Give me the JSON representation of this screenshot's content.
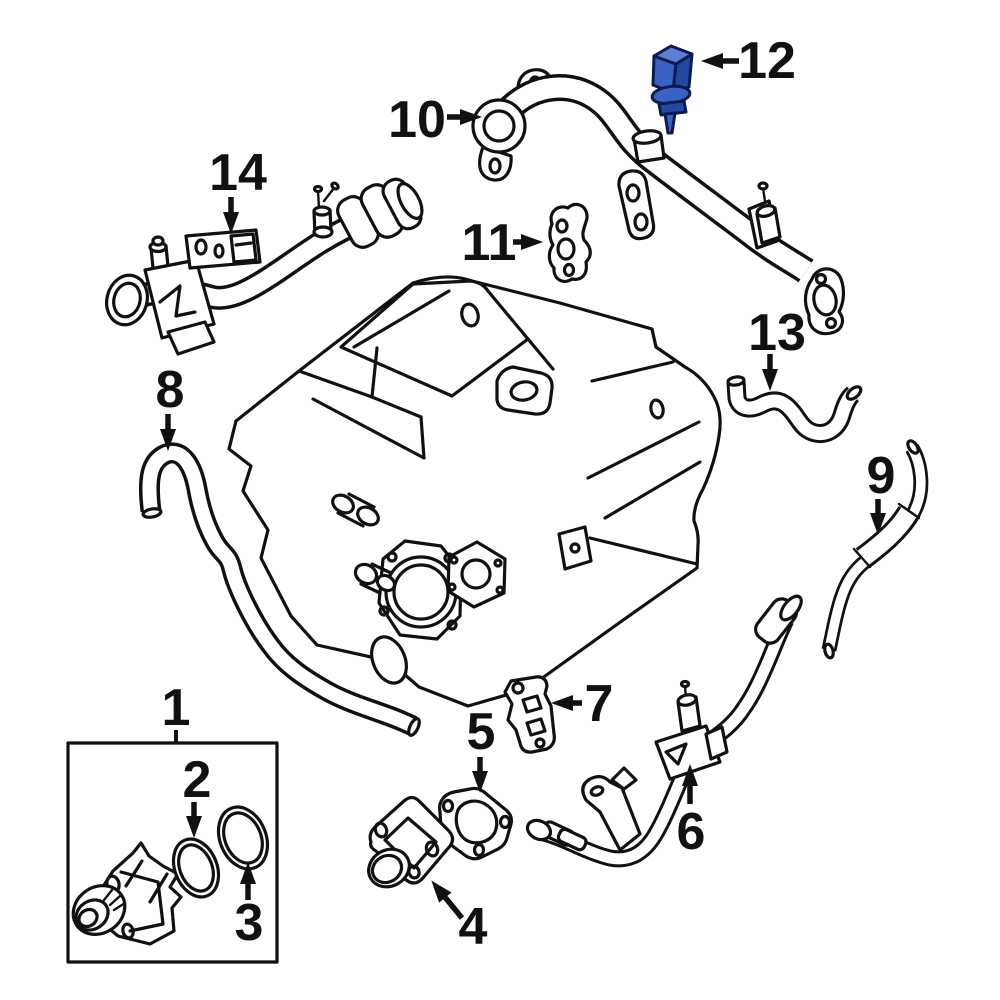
{
  "figure": {
    "kind": "exploded parts diagram",
    "background": "#ffffff",
    "line_color": "#111111",
    "highlighted_callout": "12",
    "highlight_colors": {
      "top": "#5c7fd8",
      "base": "#3a62c4",
      "dark": "#24479f",
      "outline": "#0d1b4f"
    },
    "callouts": [
      {
        "label": "1"
      },
      {
        "label": "2"
      },
      {
        "label": "3"
      },
      {
        "label": "4"
      },
      {
        "label": "5"
      },
      {
        "label": "6"
      },
      {
        "label": "7"
      },
      {
        "label": "8"
      },
      {
        "label": "9"
      },
      {
        "label": "10"
      },
      {
        "label": "11"
      },
      {
        "label": "12"
      },
      {
        "label": "13"
      },
      {
        "label": "14"
      }
    ]
  }
}
